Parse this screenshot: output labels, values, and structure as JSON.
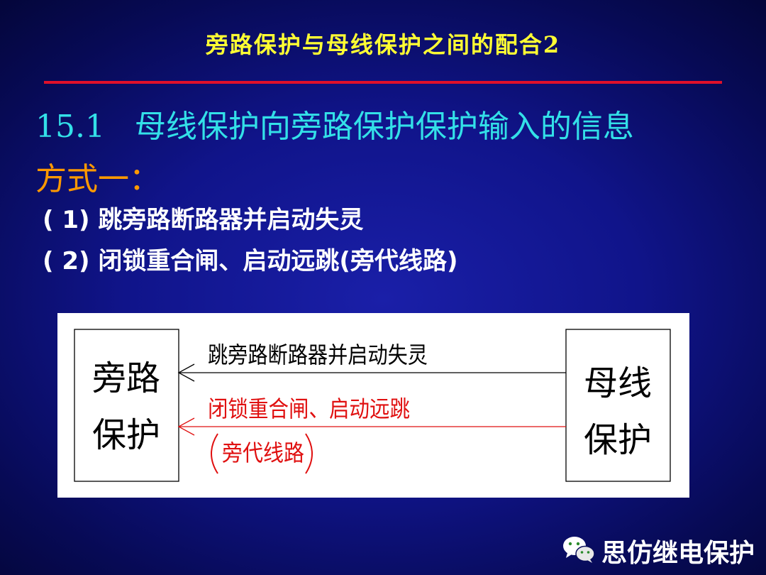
{
  "slide": {
    "title": "旁路保护与母线保护之间的配合2",
    "section": "15.1   母线保护向旁路保护保护输入的信息",
    "method": "方式一：",
    "items": [
      "( 1) 跳旁路断路器并启动失灵",
      "( 2) 闭锁重合闸、启动远跳(旁代线路)"
    ]
  },
  "diagram": {
    "left_box": {
      "line1": "旁路",
      "line2": "保护"
    },
    "right_box": {
      "line1": "母线",
      "line2": "保护"
    },
    "signal1": "跳旁路断路器并启动失灵",
    "signal2_line1": "闭锁重合闸、启动远跳",
    "signal2_line2": "旁代线路",
    "colors": {
      "signal1": "#000000",
      "signal2": "#e01010"
    }
  },
  "footer": {
    "brand": "思仿继电保护",
    "icon": "wechat-icon"
  },
  "colors": {
    "title": "#ffff33",
    "divider": "#e0102a",
    "section": "#33e0e8",
    "method": "#ff9900",
    "items": "#ffffff"
  }
}
